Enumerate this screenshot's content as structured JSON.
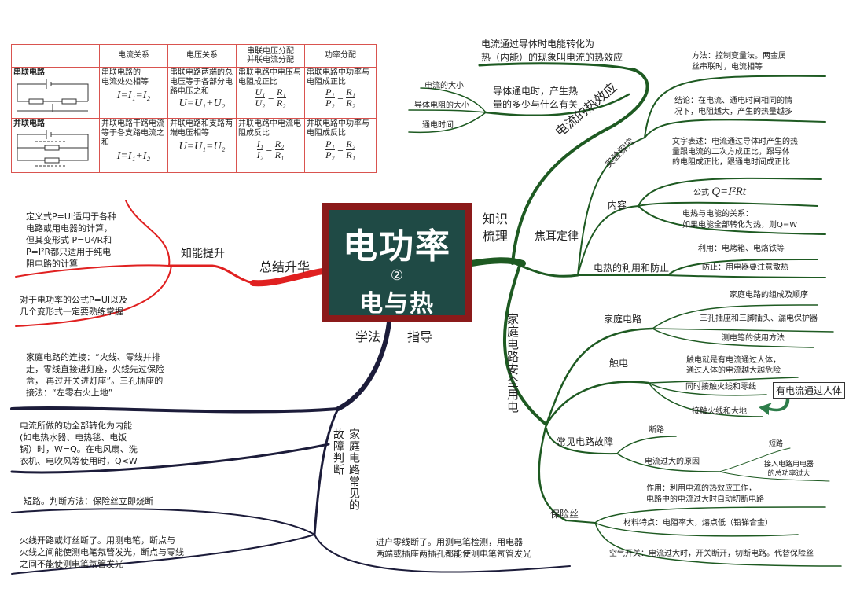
{
  "colors": {
    "summary_branch": "#e02020",
    "method_branch": "#1c1c3a",
    "knowledge_branch": "#1e5a22",
    "center_border": "#8b1a1a",
    "center_fill": "#1f4a45",
    "table_border": "#d9534f"
  },
  "center": {
    "title": "电功率",
    "number": "②",
    "subtitle": "电与热"
  },
  "table": {
    "headers": [
      "",
      "电流关系",
      "电压关系",
      "串联电压分配\n并联电流分配",
      "功率分配"
    ],
    "series": {
      "name": "串联电路",
      "current": "串联电路的\n电流处处相等",
      "current_formula": "I=I₁=I₂",
      "voltage": "串联电路两端的总电压等于各部分电路电压之和",
      "voltage_formula": "U=U₁+U₂",
      "distribution": "串联电路中电压与电阻成正比",
      "dist_formula": {
        "n1": "U₁",
        "d1": "U₂",
        "n2": "R₁",
        "d2": "R₂"
      },
      "power": "串联电路中功率与电阻成正比",
      "power_formula": {
        "n1": "P₁",
        "d1": "P₂",
        "n2": "R₁",
        "d2": "R₂"
      }
    },
    "parallel": {
      "name": "并联电路",
      "current": "并联电路干路电流等于各支路电流之和",
      "current_formula": "I=I₁+I₂",
      "voltage": "并联电路和支路两端电压相等",
      "voltage_formula": "U=U₁=U₂",
      "distribution": "并联电路中电流电阻成反比",
      "dist_formula": {
        "n1": "I₁",
        "d1": "I₂",
        "n2": "R₂",
        "d2": "R₁"
      },
      "power": "并联电路中功率与电阻成反比",
      "power_formula": {
        "n1": "P₁",
        "d1": "P₂",
        "n2": "R₂",
        "d2": "R₁"
      }
    }
  },
  "summary": {
    "label": "总结升华",
    "sub": "知能提升",
    "notes": [
      "定义式P=UI适用于各种\n电路或用电器的计算，\n但其变形式 P=U²/R和\nP=I²R都只适用于纯电\n阻电路的计算",
      "对于电功率的公式P=UI以及\n几个变形式一定要熟练掌握"
    ]
  },
  "method": {
    "label_left": "学法",
    "label_right": "指导",
    "notes": [
      "家庭电路的连接：“火线、零线并排\n走，零线直接进灯座，火线先过保险\n盒， 再过开关进灯座”。三孔插座的\n接法：“左零右火上地”",
      "电流所做的功全部转化为内能\n(如电热水器、电热毯、电饭\n锅）时，W=Q。在电风扇、洗\n衣机、电吹风等使用时，Q<W"
    ],
    "fault": {
      "label": "家庭电路常见的故障判断",
      "items": [
        "短路。判断方法：保险丝立即烧断",
        "火线开路或灯丝断了。用测电笔，断点与\n火线之间能使测电笔氖管发光，断点与零线\n之间不能使测电笔氖管发光",
        "进户零线断了。用测电笔检测，用电器\n两端或插座两插孔都能使测电笔氖管发光"
      ]
    }
  },
  "knowledge": {
    "label": "知识\n梳理",
    "heat_effect": {
      "label": "电流的热效应",
      "definition": "电流通过导体时电能转化为\n热（内能）的现象叫电流的热效应",
      "question": "导体通电时，产生热\n量的多少与什么有关",
      "factors": [
        "电流的大小",
        "导体电阻的大小",
        "通电时间"
      ]
    },
    "joule": {
      "label": "焦耳定律",
      "experiment": {
        "label": "实验探究",
        "method": "方法：控制变量法。两金属\n丝串联时，电流相等",
        "conclusion": "结论：在电流、通电时间相同的情\n况下，电阻越大，产生的热量越多"
      },
      "content": {
        "label": "内容",
        "statement": "文字表述：电流通过导体时产生的热\n量跟电流的二次方成正比，跟导体\n的电阻成正比，跟通电时间成正比",
        "formula_label": "公式",
        "formula": "Q=I²Rt",
        "relation": "电热与电能的关系：\n如果电能全部转化为热，则Q=W"
      },
      "use": {
        "label": "电热的利用和防止",
        "use": "利用：电烤箱、电烙铁等",
        "prevent": "防止：用电器要注意散热"
      }
    },
    "safety": {
      "label": "家庭电路安全用电",
      "home_circuit": {
        "label": "家庭电路",
        "items": [
          "家庭电路的组成及顺序",
          "三孔插座和三脚插头、漏电保护器",
          "测电笔的使用方法"
        ]
      },
      "shock": {
        "label": "触电",
        "definition": "触电就是有电流通过人体，\n通过人体的电流越大越危险",
        "items": [
          "同时接触火线和零线",
          "接触火线和大地"
        ],
        "callout": "有电流通过人体"
      },
      "faults": {
        "label": "常见电路故障",
        "open": "断路",
        "overcurrent": "电流过大的原因",
        "causes": [
          "短路",
          "接入电路用电器\n的总功率过大"
        ]
      },
      "fuse": {
        "label": "保险丝",
        "items": [
          "作用：利用电流的热效应工作，\n电路中的电流过大时自动切断电路",
          "材料特点：电阻率大，熔点低（铅锑合金）",
          "空气开关：电流过大时，开关断开，切断电路。代替保险丝"
        ]
      }
    }
  }
}
